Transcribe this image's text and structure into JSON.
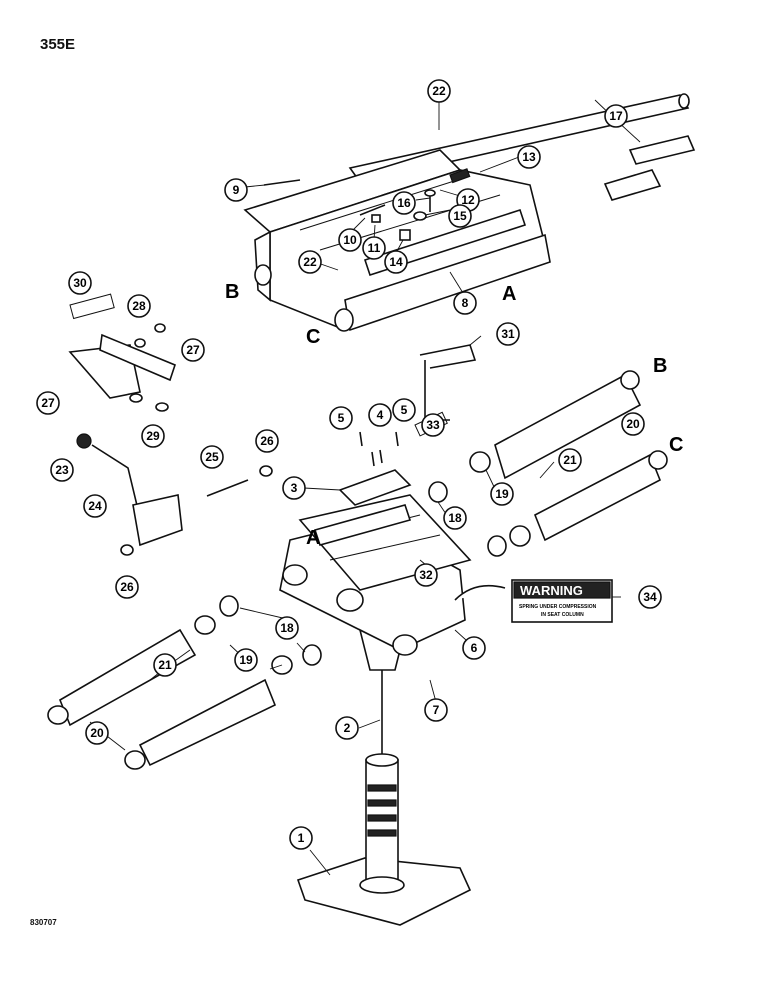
{
  "page": {
    "model": "355E",
    "drawing_number": "830707"
  },
  "decal": {
    "title": "WARNING",
    "line1": "SPRING UNDER COMPRESSION",
    "line2": "IN SEAT COLUMN"
  },
  "letters": [
    "A",
    "B",
    "C",
    "A",
    "B",
    "C"
  ],
  "callouts": [
    "1",
    "2",
    "3",
    "4",
    "5",
    "5",
    "6",
    "7",
    "8",
    "9",
    "10",
    "11",
    "12",
    "13",
    "14",
    "15",
    "16",
    "17",
    "18",
    "18",
    "19",
    "19",
    "20",
    "20",
    "21",
    "21",
    "22",
    "22",
    "23",
    "24",
    "25",
    "26",
    "26",
    "27",
    "27",
    "28",
    "29",
    "30",
    "31",
    "32",
    "33",
    "34"
  ]
}
